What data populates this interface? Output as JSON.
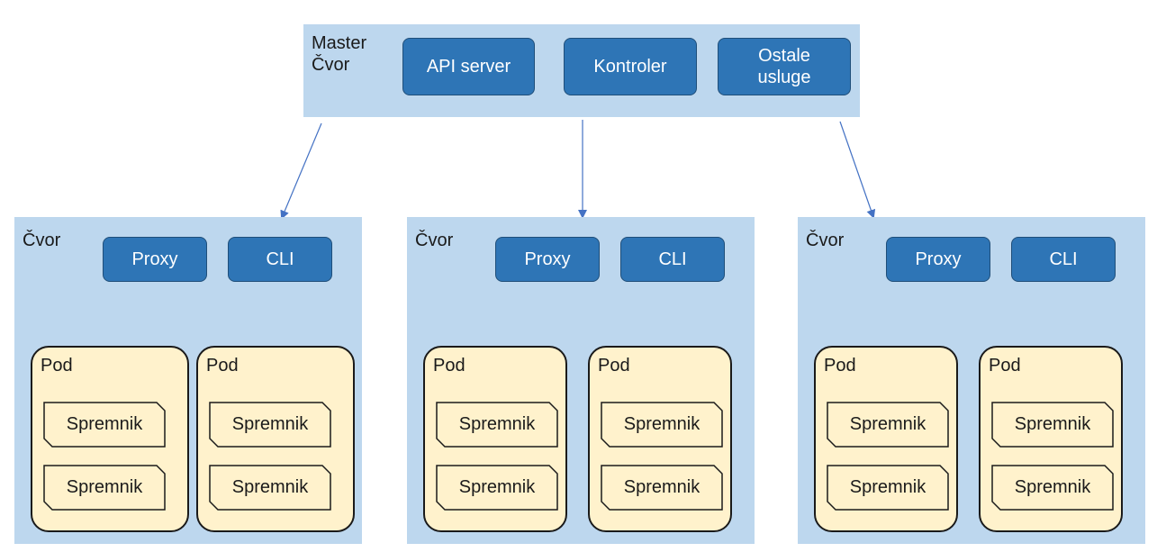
{
  "colors": {
    "panel_fill": "#bdd7ee",
    "service_fill": "#2e75b6",
    "service_border": "#1f4e79",
    "pod_fill": "#fff2cc",
    "pod_border": "#1a1a1a",
    "arrow": "#4472c4"
  },
  "master": {
    "label": "Master\nČvor",
    "services": [
      {
        "label": "API server"
      },
      {
        "label": "Kontroler"
      },
      {
        "label": "Ostale\nusluge"
      }
    ]
  },
  "nodes": [
    {
      "label": "Čvor",
      "services": [
        {
          "label": "Proxy"
        },
        {
          "label": "CLI"
        }
      ],
      "pods": [
        {
          "label": "Pod",
          "containers": [
            {
              "label": "Spremnik"
            },
            {
              "label": "Spremnik"
            }
          ]
        },
        {
          "label": "Pod",
          "containers": [
            {
              "label": "Spremnik"
            },
            {
              "label": "Spremnik"
            }
          ]
        }
      ]
    },
    {
      "label": "Čvor",
      "services": [
        {
          "label": "Proxy"
        },
        {
          "label": "CLI"
        }
      ],
      "pods": [
        {
          "label": "Pod",
          "containers": [
            {
              "label": "Spremnik"
            },
            {
              "label": "Spremnik"
            }
          ]
        },
        {
          "label": "Pod",
          "containers": [
            {
              "label": "Spremnik"
            },
            {
              "label": "Spremnik"
            }
          ]
        }
      ]
    },
    {
      "label": "Čvor",
      "services": [
        {
          "label": "Proxy"
        },
        {
          "label": "CLI"
        }
      ],
      "pods": [
        {
          "label": "Pod",
          "containers": [
            {
              "label": "Spremnik"
            },
            {
              "label": "Spremnik"
            }
          ]
        },
        {
          "label": "Pod",
          "containers": [
            {
              "label": "Spremnik"
            },
            {
              "label": "Spremnik"
            }
          ]
        }
      ]
    }
  ]
}
